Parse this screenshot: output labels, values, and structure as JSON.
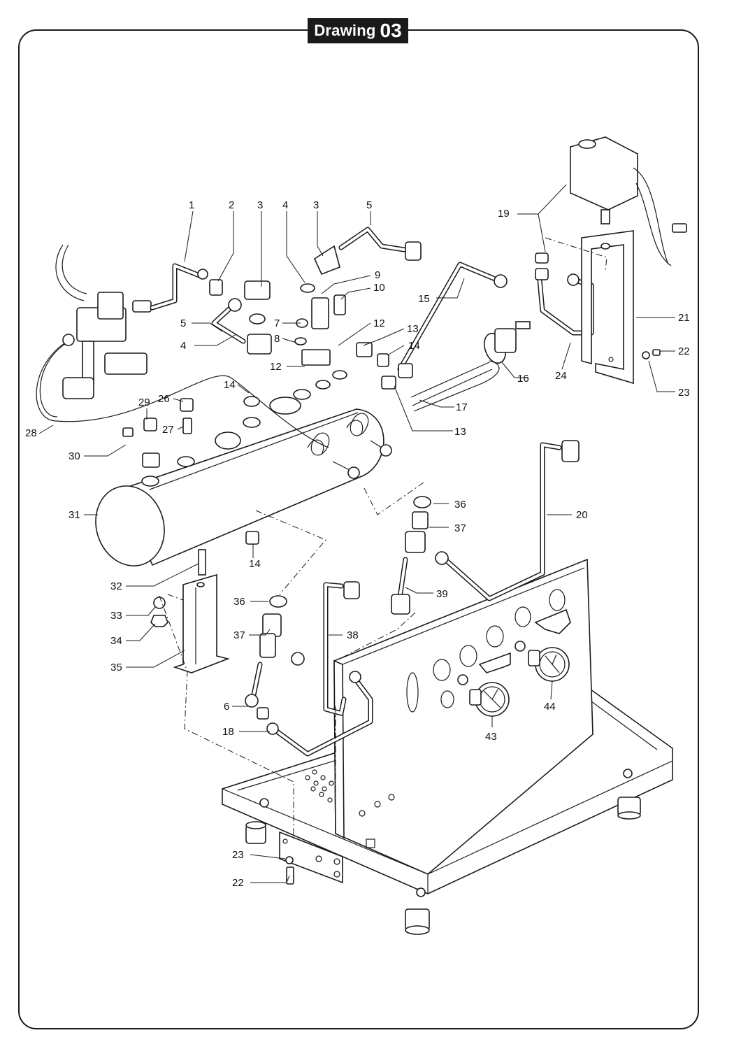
{
  "title": {
    "word": "Drawing",
    "number": "03"
  },
  "callouts": [
    {
      "id": "c1",
      "text": "1"
    },
    {
      "id": "c2",
      "text": "2"
    },
    {
      "id": "c3a",
      "text": "3"
    },
    {
      "id": "c4a",
      "text": "4"
    },
    {
      "id": "c3b",
      "text": "3"
    },
    {
      "id": "c5a",
      "text": "5"
    },
    {
      "id": "c19",
      "text": "19"
    },
    {
      "id": "c9",
      "text": "9"
    },
    {
      "id": "c10",
      "text": "10"
    },
    {
      "id": "c15",
      "text": "15"
    },
    {
      "id": "c5b",
      "text": "5"
    },
    {
      "id": "c7",
      "text": "7"
    },
    {
      "id": "c12a",
      "text": "12"
    },
    {
      "id": "c4b",
      "text": "4"
    },
    {
      "id": "c8",
      "text": "8"
    },
    {
      "id": "c13a",
      "text": "13"
    },
    {
      "id": "c21",
      "text": "21"
    },
    {
      "id": "c14a",
      "text": "14"
    },
    {
      "id": "c12b",
      "text": "12"
    },
    {
      "id": "c22a",
      "text": "22"
    },
    {
      "id": "c16",
      "text": "16"
    },
    {
      "id": "c24",
      "text": "24"
    },
    {
      "id": "c23a",
      "text": "23"
    },
    {
      "id": "c14b",
      "text": "14"
    },
    {
      "id": "c26",
      "text": "26"
    },
    {
      "id": "c29",
      "text": "29"
    },
    {
      "id": "c17",
      "text": "17"
    },
    {
      "id": "c27",
      "text": "27"
    },
    {
      "id": "c28",
      "text": "28"
    },
    {
      "id": "c13b",
      "text": "13"
    },
    {
      "id": "c30",
      "text": "30"
    },
    {
      "id": "c36a",
      "text": "36"
    },
    {
      "id": "c31",
      "text": "31"
    },
    {
      "id": "c20",
      "text": "20"
    },
    {
      "id": "c37a",
      "text": "37"
    },
    {
      "id": "c14c",
      "text": "14"
    },
    {
      "id": "c32",
      "text": "32"
    },
    {
      "id": "c39",
      "text": "39"
    },
    {
      "id": "c36b",
      "text": "36"
    },
    {
      "id": "c33",
      "text": "33"
    },
    {
      "id": "c38",
      "text": "38"
    },
    {
      "id": "c37b",
      "text": "37"
    },
    {
      "id": "c34",
      "text": "34"
    },
    {
      "id": "c35",
      "text": "35"
    },
    {
      "id": "c44",
      "text": "44"
    },
    {
      "id": "c6",
      "text": "6"
    },
    {
      "id": "c43",
      "text": "43"
    },
    {
      "id": "c18",
      "text": "18"
    },
    {
      "id": "c23b",
      "text": "23"
    },
    {
      "id": "c22b",
      "text": "22"
    }
  ]
}
